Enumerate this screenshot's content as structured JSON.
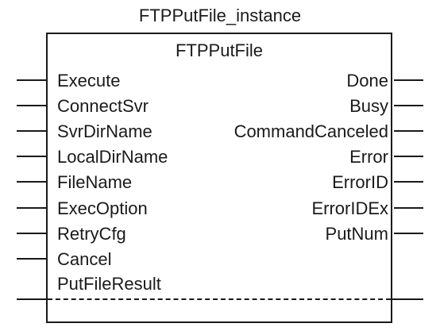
{
  "instance_name": "FTPPutFile_instance",
  "fb_type": "FTPPutFile",
  "inputs": [
    "Execute",
    "ConnectSvr",
    "SvrDirName",
    "LocalDirName",
    "FileName",
    "ExecOption",
    "RetryCfg",
    "Cancel"
  ],
  "inout": "PutFileResult",
  "outputs": [
    "Done",
    "Busy",
    "CommandCanceled",
    "Error",
    "ErrorID",
    "ErrorIDEx",
    "PutNum"
  ]
}
